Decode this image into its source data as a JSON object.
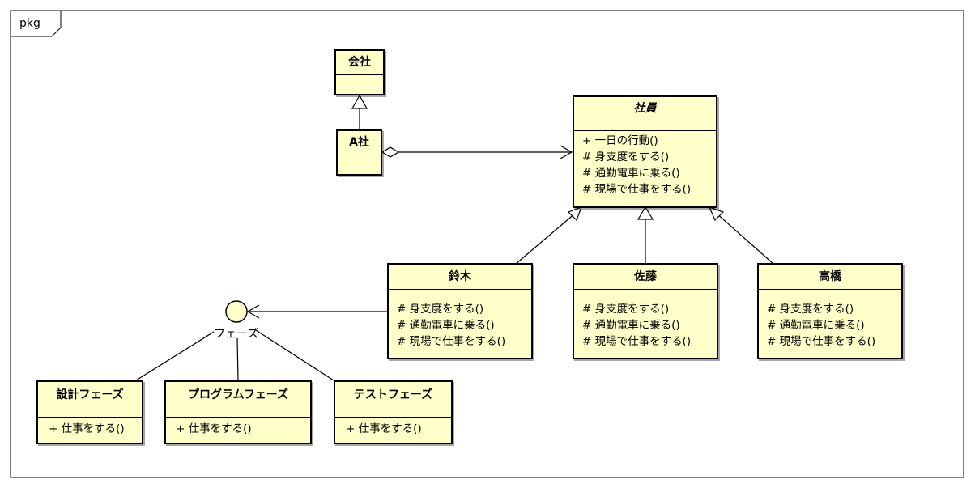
{
  "frame": {
    "tag": "pkg"
  },
  "colors": {
    "class_fill": "#ffffc9",
    "border": "#000000"
  },
  "classes": {
    "kaisha": {
      "name": "会社",
      "operations": []
    },
    "a_sha": {
      "name": "A社",
      "operations": []
    },
    "shain": {
      "name": "社員",
      "operations": [
        "+ 一日の行動()",
        "# 身支度をする()",
        "# 通勤電車に乗る()",
        "# 現場で仕事をする()"
      ]
    },
    "suzuki": {
      "name": "鈴木",
      "operations": [
        "# 身支度をする()",
        "# 通勤電車に乗る()",
        "# 現場で仕事をする()"
      ]
    },
    "sato": {
      "name": "佐藤",
      "operations": [
        "# 身支度をする()",
        "# 通勤電車に乗る()",
        "# 現場で仕事をする()"
      ]
    },
    "takahashi": {
      "name": "高橋",
      "operations": [
        "# 身支度をする()",
        "# 通勤電車に乗る()",
        "# 現場で仕事をする()"
      ]
    },
    "sekkei": {
      "name": "設計フェーズ",
      "operations": [
        "+ 仕事をする()"
      ]
    },
    "program": {
      "name": "プログラムフェーズ",
      "operations": [
        "+ 仕事をする()"
      ]
    },
    "test": {
      "name": "テストフェーズ",
      "operations": [
        "+ 仕事をする()"
      ]
    }
  },
  "interface": {
    "name": "フェーズ"
  }
}
